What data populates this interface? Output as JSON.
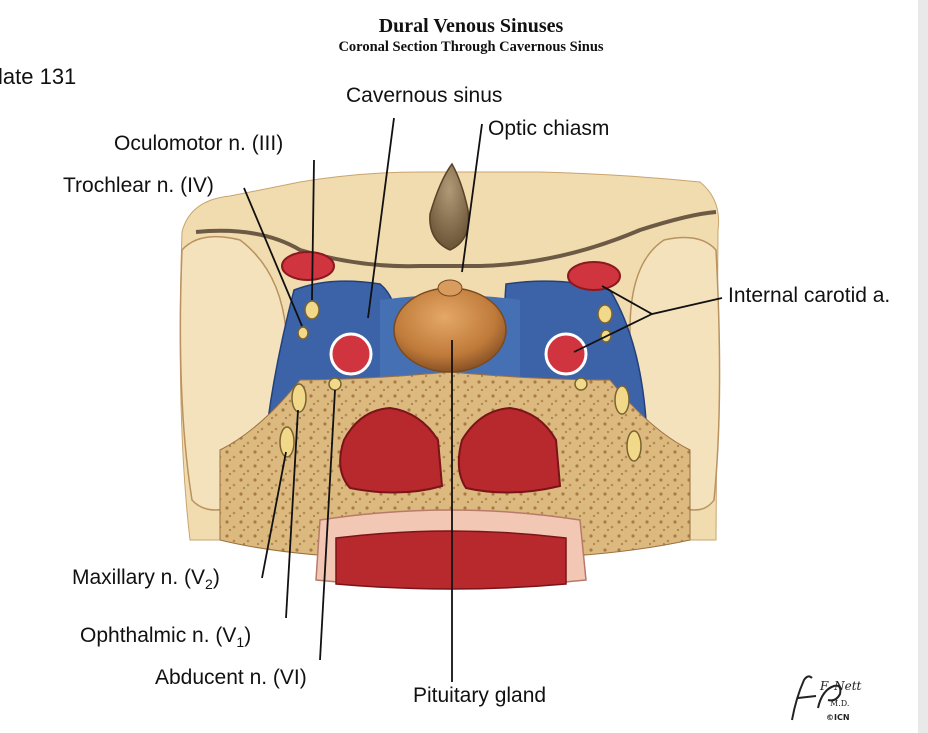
{
  "title": "Dural Venous Sinuses",
  "subtitle": "Coronal Section Through Cavernous Sinus",
  "plate": "late 131",
  "labels": {
    "cavernous_sinus": "Cavernous sinus",
    "optic_chiasm": "Optic chiasm",
    "oculomotor": "Oculomotor n. (III)",
    "trochlear": "Trochlear n. (IV)",
    "internal_carotid": "Internal carotid a.",
    "maxillary": {
      "text": "Maxillary n. (V",
      "sub": "2",
      "close": ")"
    },
    "ophthalmic": {
      "text": "Ophthalmic n. (V",
      "sub": "1",
      "close": ")"
    },
    "abducent": "Abducent n.  (VI)",
    "pituitary": "Pituitary gland"
  },
  "signature": {
    "name": "F. Netter",
    "suffix": "M.D.",
    "mark": "©ICN"
  },
  "colors": {
    "venous_blue": "#3c63a8",
    "artery_red": "#d0343f",
    "nerve_yellow": "#f1d989",
    "brain_cream": "#f1dcb0",
    "bone_tan": "#d9b57c",
    "pituitary_brown": "#c07c3c",
    "sinus_red": "#b8292d"
  }
}
